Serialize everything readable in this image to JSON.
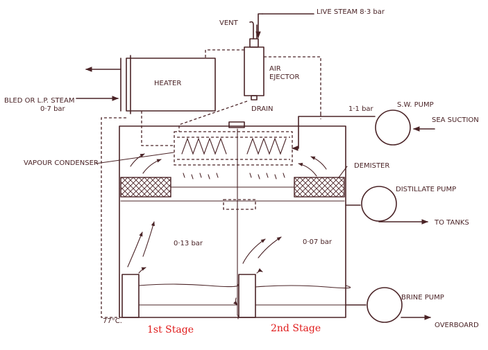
{
  "labels": {
    "vent": "VENT",
    "live_steam": "LIVE STEAM  8·3 bar",
    "heater": "HEATER",
    "air_ejector_1": "AIR",
    "air_ejector_2": "EJECTOR",
    "bled_steam": "BLED   OR L.P. STEAM",
    "bled_pressure": "0·7 bar",
    "drain": "DRAIN",
    "sw_pressure": "1·1 bar",
    "sw_pump": "S.W. PUMP",
    "sea_suction": "SEA SUCTION",
    "vapour_condenser": "VAPOUR CONDENSER",
    "demister": "DEMISTER",
    "distillate_pump": "DISTILLATE PUMP",
    "to_tanks": "TO TANKS",
    "stage1_pressure": "0·13 bar",
    "stage2_pressure": "0·07 bar",
    "brine_pump": "BRINE PUMP",
    "overboard": "OVERBOARD",
    "temperature": "77°C."
  },
  "stages": {
    "first": "1st Stage",
    "second": "2nd Stage"
  },
  "colors": {
    "ink": "#4a2326",
    "stage_label": "#e01b1b"
  }
}
